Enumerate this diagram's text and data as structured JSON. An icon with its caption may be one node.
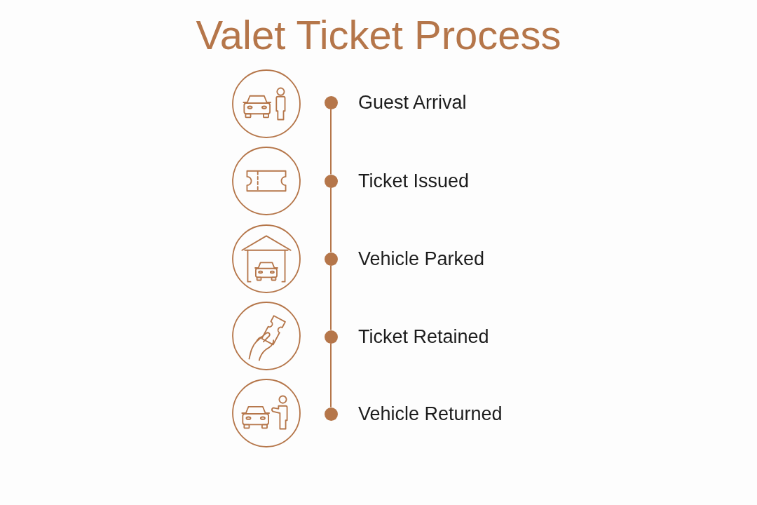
{
  "diagram": {
    "title": "Valet Ticket Process",
    "nodes": [
      {
        "text": [],
        "shape": "circle",
        "beside": [
          "Guest Arrival"
        ]
      },
      {
        "text": [],
        "shape": "circle",
        "beside": [
          "Ticket Issued"
        ]
      },
      {
        "text": [],
        "shape": "circle",
        "beside": [
          "Vehicle Parked"
        ]
      },
      {
        "text": [],
        "shape": "circle",
        "beside": [
          "Ticket Retained"
        ]
      },
      {
        "text": [],
        "shape": "circle",
        "beside": [
          "Vehicle Returned"
        ]
      }
    ],
    "edges": [
      {
        "from": 0,
        "to": 1,
        "arrow": "none"
      },
      {
        "from": 1,
        "to": 2,
        "arrow": "none"
      },
      {
        "from": 2,
        "to": 3,
        "arrow": "none"
      },
      {
        "from": 3,
        "to": 4,
        "arrow": "none"
      }
    ]
  }
}
